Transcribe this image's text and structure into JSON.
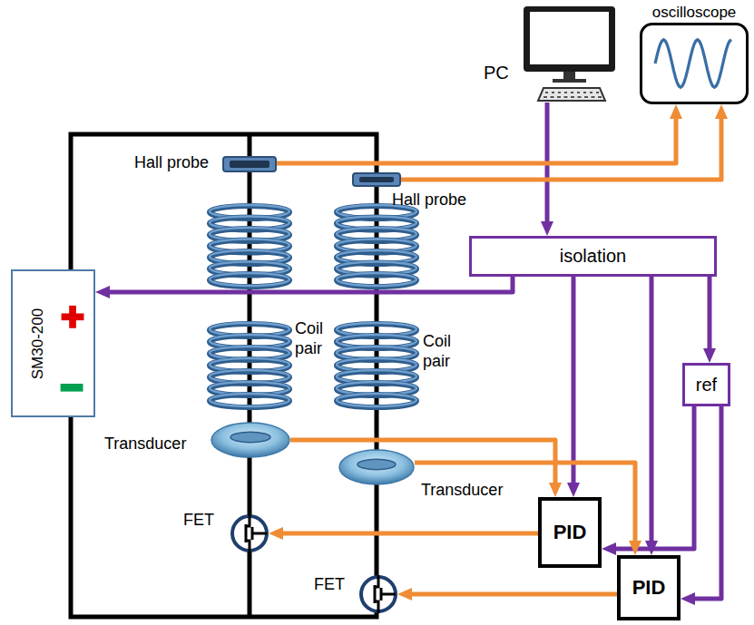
{
  "diagram": {
    "nodes": [
      {
        "text": [
          "PC"
        ]
      },
      {
        "text": [
          "oscilloscope"
        ]
      },
      {
        "text": [
          "Hall probe"
        ]
      },
      {
        "text": [
          "Hall probe"
        ]
      },
      {
        "text": [
          "isolation"
        ]
      },
      {
        "text": [
          "SM30-200"
        ]
      },
      {
        "text": [
          "ref"
        ]
      },
      {
        "text": [
          "Transducer"
        ]
      },
      {
        "text": [
          "Transducer"
        ]
      },
      {
        "text": [
          "PID"
        ]
      },
      {
        "text": [
          "FET"
        ]
      },
      {
        "text": [
          "PID"
        ]
      },
      {
        "text": [
          "FET"
        ]
      }
    ],
    "edges": [
      {
        "from": 0,
        "to": 4,
        "arrow": "to"
      },
      {
        "from": 2,
        "to": 1,
        "arrow": "to"
      },
      {
        "from": 3,
        "to": 1,
        "arrow": "to"
      },
      {
        "from": 4,
        "to": 5,
        "arrow": "to"
      },
      {
        "from": 4,
        "to": 9,
        "arrow": "to"
      },
      {
        "from": 4,
        "to": 11,
        "arrow": "to"
      },
      {
        "from": 4,
        "to": 6,
        "arrow": "to"
      },
      {
        "from": 6,
        "to": 9,
        "arrow": "to"
      },
      {
        "from": 6,
        "to": 11,
        "arrow": "to"
      },
      {
        "from": 7,
        "to": 9,
        "arrow": "to"
      },
      {
        "from": 8,
        "to": 11,
        "arrow": "to"
      },
      {
        "from": 9,
        "to": 10,
        "arrow": "to"
      },
      {
        "from": 11,
        "to": 12,
        "arrow": "to"
      }
    ],
    "labels": [
      "Coil pair",
      "Coil pair"
    ]
  }
}
